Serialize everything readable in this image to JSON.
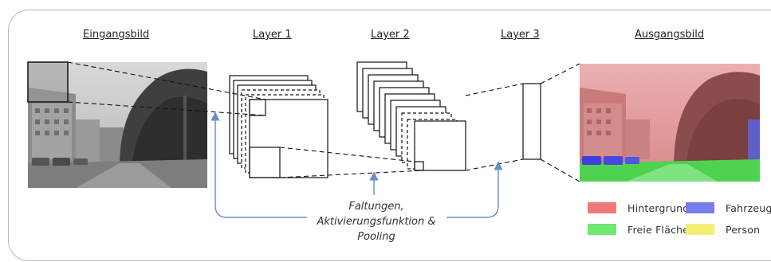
{
  "titles": {
    "input": "Eingangsbild",
    "layer1": "Layer 1",
    "layer2": "Layer 2",
    "layer3": "Layer 3",
    "output": "Ausgangsbild"
  },
  "caption": {
    "line1": "Faltungen,",
    "line2": "Aktivierungsfunktion &",
    "line3": "Pooling"
  },
  "legend": [
    {
      "label": "Hintergrund",
      "color": "#f07a7a"
    },
    {
      "label": "Fahrzeug",
      "color": "#7b7bf0"
    },
    {
      "label": "Freie Fläche",
      "color": "#6ee86e"
    },
    {
      "label": "Person",
      "color": "#f4ef72"
    }
  ],
  "colors": {
    "arrow": "#6a8fc4",
    "frame": "#b8b8b8",
    "background_overlay": "#e05050",
    "road_overlay": "#44dd44",
    "vehicle_overlay": "#4a4ae8"
  }
}
